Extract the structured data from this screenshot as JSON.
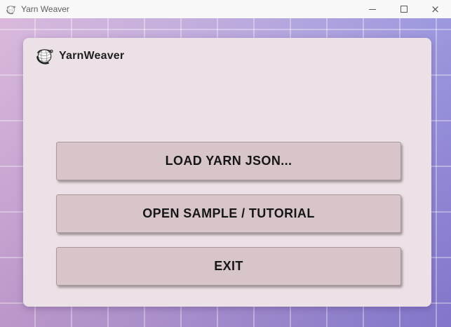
{
  "window": {
    "title": "Yarn Weaver",
    "controls": [
      {
        "name": "minimize-icon"
      },
      {
        "name": "maximize-icon"
      },
      {
        "name": "close-icon",
        "glyph": "×"
      }
    ]
  },
  "panel": {
    "title": "YarnWeaver",
    "icon": "yarn-ball-icon"
  },
  "menu": {
    "buttons": [
      {
        "id": "load-yarn-json",
        "label": "LOAD YARN JSON..."
      },
      {
        "id": "open-sample-tutorial",
        "label": "OPEN SAMPLE / TUTORIAL"
      },
      {
        "id": "exit",
        "label": "EXIT"
      }
    ]
  },
  "colors": {
    "titlebar_bg": "#f8f8f8",
    "bg_gradient_left": "#d6b1d8",
    "bg_gradient_right": "#8a86da",
    "grid_line": "rgba(255,255,255,0.34)",
    "panel_bg": "#ece1e6",
    "button_bg": "#d8c5c9",
    "button_border": "#ab989c",
    "button_text": "#161616"
  }
}
